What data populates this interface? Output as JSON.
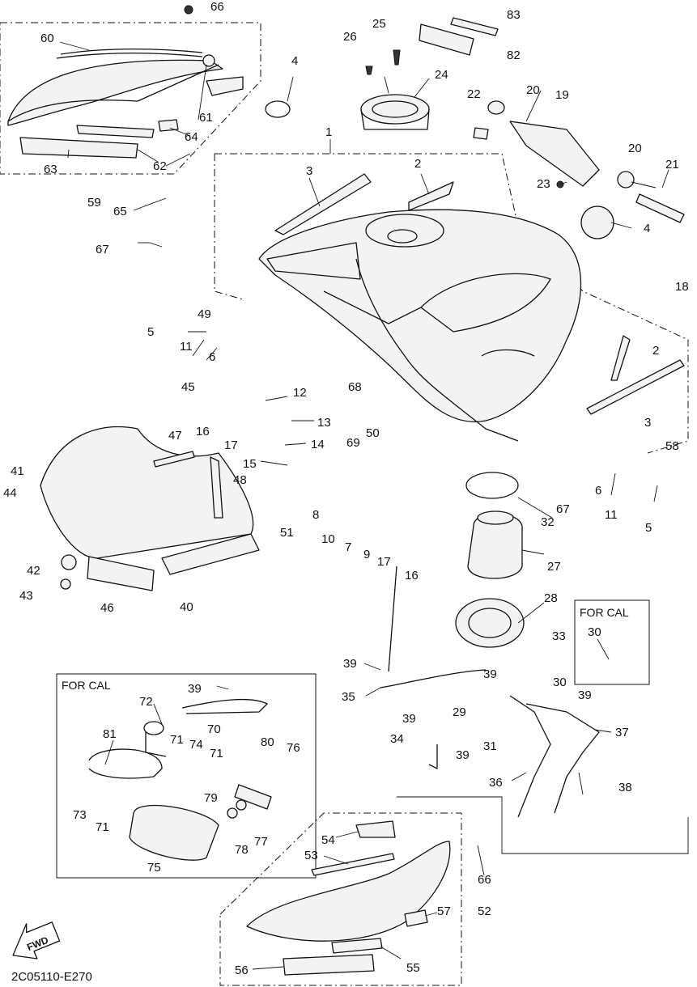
{
  "diagram": {
    "drawing_code": "2C05110-E270",
    "direction_mark": "FWD",
    "variant_label": "FOR CAL",
    "labels": {
      "p1": "1",
      "p2a": "2",
      "p2b": "2",
      "p3a": "3",
      "p3b": "3",
      "p4a": "4",
      "p4b": "4",
      "p5a": "5",
      "p5b": "5",
      "p6a": "6",
      "p6b": "6",
      "p7": "7",
      "p8": "8",
      "p9": "9",
      "p10": "10",
      "p11a": "11",
      "p11b": "11",
      "p12": "12",
      "p13": "13",
      "p14": "14",
      "p15": "15",
      "p16a": "16",
      "p16b": "16",
      "p17a": "17",
      "p17b": "17",
      "p18": "18",
      "p19": "19",
      "p20a": "20",
      "p20b": "20",
      "p21": "21",
      "p22": "22",
      "p23": "23",
      "p24": "24",
      "p25": "25",
      "p26": "26",
      "p27": "27",
      "p28": "28",
      "p29": "29",
      "p30a": "30",
      "p30b": "30",
      "p31": "31",
      "p32": "32",
      "p33": "33",
      "p34": "34",
      "p35": "35",
      "p36": "36",
      "p37": "37",
      "p38": "38",
      "p39a": "39",
      "p39b": "39",
      "p39c": "39",
      "p39d": "39",
      "p39e": "39",
      "p39f": "39",
      "p40": "40",
      "p41": "41",
      "p42": "42",
      "p43": "43",
      "p44": "44",
      "p45": "45",
      "p46": "46",
      "p47": "47",
      "p48": "48",
      "p49": "49",
      "p50": "50",
      "p51": "51",
      "p52": "52",
      "p53": "53",
      "p54": "54",
      "p55": "55",
      "p56": "56",
      "p57": "57",
      "p58": "58",
      "p59": "59",
      "p60": "60",
      "p61": "61",
      "p62": "62",
      "p63": "63",
      "p64": "64",
      "p65": "65",
      "p66a": "66",
      "p66b": "66",
      "p67a": "67",
      "p67b": "67",
      "p68": "68",
      "p69": "69",
      "p70": "70",
      "p71a": "71",
      "p71b": "71",
      "p71c": "71",
      "p72": "72",
      "p73": "73",
      "p74": "74",
      "p75": "75",
      "p76": "76",
      "p77": "77",
      "p78": "78",
      "p79": "79",
      "p80": "80",
      "p81": "81",
      "p82": "82",
      "p83": "83"
    }
  }
}
